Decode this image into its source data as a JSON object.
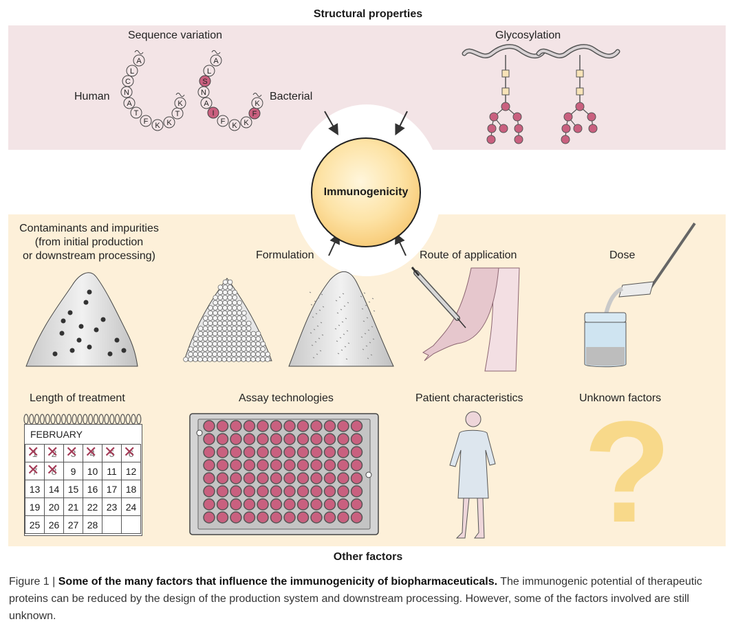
{
  "headers": {
    "structural": "Structural properties",
    "other": "Other factors"
  },
  "center": {
    "label": "Immunogenicity"
  },
  "labels": {
    "sequence_variation": "Sequence variation",
    "glycosylation": "Glycosylation",
    "human": "Human",
    "bacterial": "Bacterial",
    "contaminants": [
      "Contaminants and impurities",
      "(from initial production",
      "or downstream processing)"
    ],
    "formulation": "Formulation",
    "route": "Route of application",
    "dose": "Dose",
    "length": "Length of treatment",
    "assay": "Assay technologies",
    "patient": "Patient characteristics",
    "unknown": "Unknown factors"
  },
  "sequences": {
    "human": [
      "A",
      "L",
      "C",
      "N",
      "A",
      "T",
      "F",
      "K",
      "K",
      "T",
      "K"
    ],
    "bacterial": [
      "A",
      "L",
      "S",
      "N",
      "A",
      "I",
      "F",
      "K",
      "K",
      "F",
      "K"
    ]
  },
  "calendar": {
    "month": "FEBRUARY",
    "crossed": [
      1,
      2,
      3,
      4,
      5,
      6,
      7,
      8
    ],
    "rows": [
      [
        "1",
        "2",
        "3",
        "4",
        "5",
        "6"
      ],
      [
        "7",
        "8",
        "9",
        "10",
        "11",
        "12"
      ],
      [
        "13",
        "14",
        "15",
        "16",
        "17",
        "18"
      ],
      [
        "19",
        "20",
        "21",
        "22",
        "23",
        "24"
      ],
      [
        "25",
        "26",
        "27",
        "28",
        "",
        ""
      ]
    ]
  },
  "unknown_symbol": "?",
  "caption": {
    "prefix": "Figure 1 | ",
    "bold": "Some of the many factors that influence the immunogenicity of biopharmaceuticals.",
    "rest": " The immunogenic potential of therapeutic proteins can be reduced by the design of the production system and downstream processing. However, some of the factors involved are still unknown."
  },
  "colors": {
    "top_panel": "#f3e4e6",
    "bottom_panel": "#fdf0d9",
    "residue_highlight": "#c9607f",
    "glycan": "#c9607f",
    "well": "#c9607f",
    "question": "#f8d98a"
  }
}
